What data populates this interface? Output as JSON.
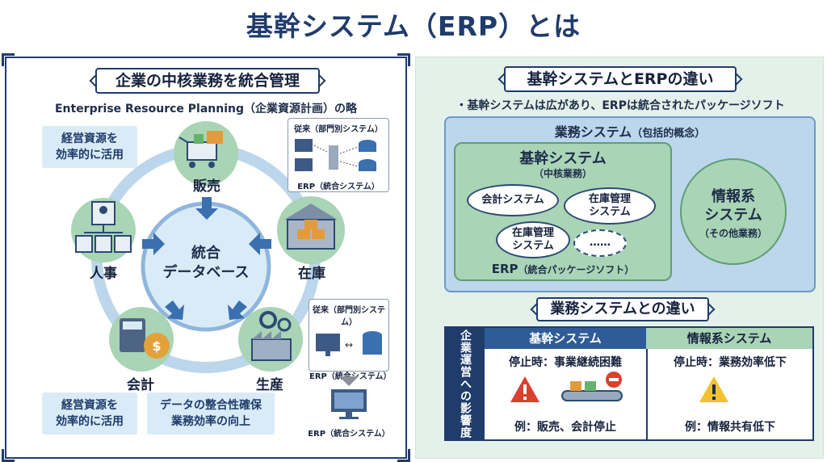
{
  "title": "基幹システム（ERP）とは",
  "left": {
    "ribbon": "企業の中核業務を統合管理",
    "subtitle": "Enterprise Resource Planning（企業資源計画）の略",
    "callout_top": [
      "経営資源を",
      "効率的に活用"
    ],
    "callout_bottom_left": [
      "経営資源を",
      "効率的に活用"
    ],
    "callout_bottom_mid": [
      "データの整合性確保",
      "業務効率の向上"
    ],
    "center": [
      "統合",
      "データベース"
    ],
    "nodes": {
      "sales": "販売",
      "inventory": "在庫",
      "production": "生産",
      "accounting": "会計",
      "hr": "人事"
    },
    "box_top": {
      "header": "従来（部門別システム）",
      "footer": "ERP（統合システム）"
    },
    "box_bottom": {
      "header": "従来（部門別システム）",
      "footer": "ERP（統合システム）",
      "below": "ERP（統合システム）"
    }
  },
  "right": {
    "ribbon1": "基幹システムとERPの違い",
    "note": "・基幹システムは広があり、ERPは統合されたパッケージソフト",
    "outer_title": "業務システム",
    "outer_title_sub": "（包括的概念）",
    "core_title": "基幹システム",
    "core_sub": "（中核業務）",
    "pills": [
      "会計システム",
      "在庫管理システム",
      "在庫管理システム",
      "……"
    ],
    "erp_label": "ERP",
    "erp_label_sub": "（統合パッケージソフト）",
    "info_title": [
      "情報系",
      "システム"
    ],
    "info_sub": "（その他業務）",
    "ribbon2": "業務システムとの違い",
    "table": {
      "side_label": "企業運営への影響度",
      "col1": "基幹システム",
      "col2": "情報系システム",
      "r1c1": "停止時：事業継続困難",
      "r1c2": "停止時：業務効率低下",
      "r2c1": "例：販売、会計停止",
      "r2c2": "例：情報共有低下"
    }
  },
  "colors": {
    "navy": "#1f3c6b",
    "green": "#a9d4b5",
    "light_blue": "#bcd6ec",
    "warn_red": "#d9402e",
    "warn_yellow": "#f2c12e"
  }
}
